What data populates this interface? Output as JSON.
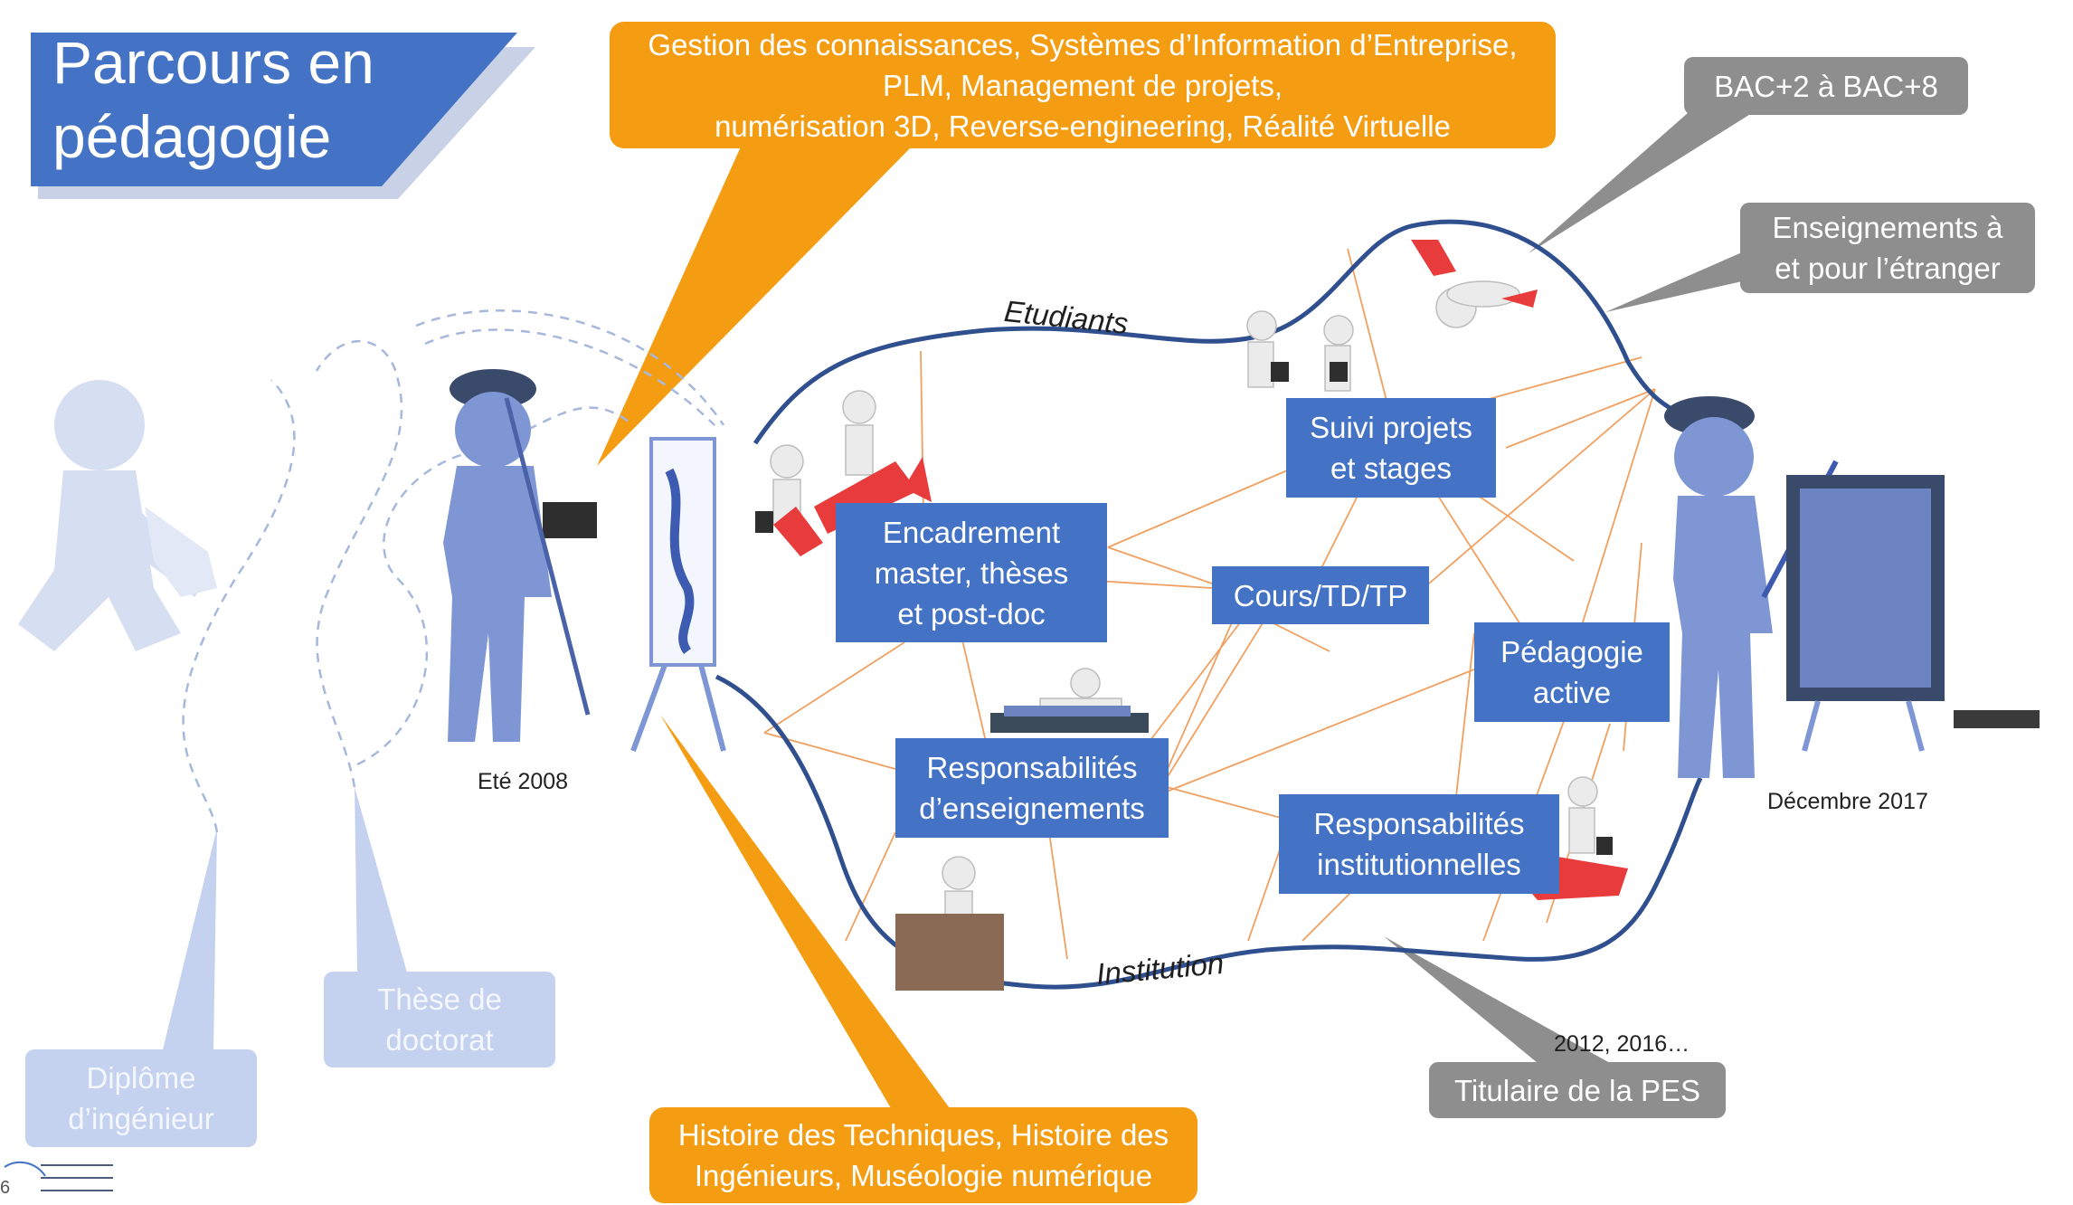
{
  "slide": {
    "title": "Parcours en\npédagogie",
    "page_number": "6"
  },
  "callouts": {
    "research_top": "Gestion des connaissances, Systèmes d’Information d’Entreprise,\nPLM, Management de projets,\nnumérisation 3D, Reverse-engineering, Réalité Virtuelle",
    "research_bottom": "Histoire des Techniques, Histoire des\nIngénieurs, Muséologie numérique",
    "bac_levels": "BAC+2 à BAC+8",
    "abroad": "Enseignements à\net pour l’étranger",
    "pes": "Titulaire de la PES",
    "pes_years": "2012, 2016…",
    "thesis": "Thèse de\ndoctorat",
    "diploma": "Diplôme\nd’ingénieur"
  },
  "timeline": {
    "start": "Eté 2008",
    "end": "Décembre 2017"
  },
  "network": {
    "top_curve_label": "Etudiants",
    "bottom_curve_label": "Institution",
    "nodes": {
      "suivi": "Suivi projets\net stages",
      "encadrement": "Encadrement\nmaster, thèses\net post-doc",
      "cours": "Cours/TD/TP",
      "pedagogie": "Pédagogie\nactive",
      "resp_ens": "Responsabilités\nd’enseignements",
      "resp_inst": "Responsabilités\ninstitutionnelles"
    }
  },
  "colors": {
    "node_blue": "#4472c4",
    "callout_orange": "#f59d12",
    "callout_gray": "#8e8e8e",
    "faded_blue": "#c5d2ef",
    "curve_navy": "#2f4f8f",
    "link_orange": "#f0a060",
    "figure_blue": "#7e97d4"
  }
}
